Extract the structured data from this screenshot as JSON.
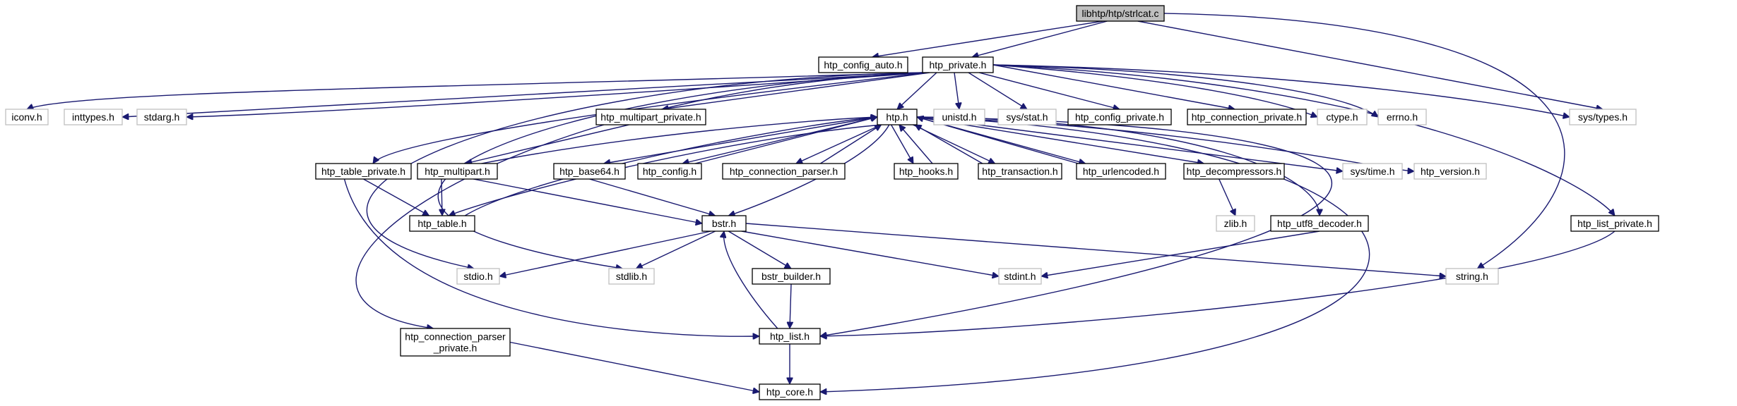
{
  "diagram": {
    "type": "include-dependency-graph",
    "colors": {
      "edge": "#191970",
      "root_fill": "#bfbfbf",
      "documented_border": "#000000",
      "external_border": "#bfbfbf",
      "external_text": "#000000",
      "background": "#ffffff"
    },
    "nodes": [
      {
        "id": "root",
        "lines": [
          "libhtp/htp/strlcat.c"
        ],
        "kind": "root"
      },
      {
        "id": "htp_config_auto",
        "lines": [
          "htp_config_auto.h"
        ],
        "kind": "doc"
      },
      {
        "id": "htp_private",
        "lines": [
          "htp_private.h"
        ],
        "kind": "doc"
      },
      {
        "id": "iconv",
        "lines": [
          "iconv.h"
        ],
        "kind": "ext"
      },
      {
        "id": "inttypes",
        "lines": [
          "inttypes.h"
        ],
        "kind": "ext"
      },
      {
        "id": "stdarg",
        "lines": [
          "stdarg.h"
        ],
        "kind": "ext"
      },
      {
        "id": "htp_multipart_private",
        "lines": [
          "htp_multipart_private.h"
        ],
        "kind": "doc"
      },
      {
        "id": "htp_h",
        "lines": [
          "htp.h"
        ],
        "kind": "doc"
      },
      {
        "id": "unistd",
        "lines": [
          "unistd.h"
        ],
        "kind": "ext"
      },
      {
        "id": "sys_stat",
        "lines": [
          "sys/stat.h"
        ],
        "kind": "ext"
      },
      {
        "id": "htp_config_private",
        "lines": [
          "htp_config_private.h"
        ],
        "kind": "doc"
      },
      {
        "id": "htp_connection_private",
        "lines": [
          "htp_connection_private.h"
        ],
        "kind": "doc"
      },
      {
        "id": "ctype",
        "lines": [
          "ctype.h"
        ],
        "kind": "ext"
      },
      {
        "id": "errno",
        "lines": [
          "errno.h"
        ],
        "kind": "ext"
      },
      {
        "id": "sys_types",
        "lines": [
          "sys/types.h"
        ],
        "kind": "ext"
      },
      {
        "id": "htp_table_private",
        "lines": [
          "htp_table_private.h"
        ],
        "kind": "doc"
      },
      {
        "id": "htp_multipart",
        "lines": [
          "htp_multipart.h"
        ],
        "kind": "doc"
      },
      {
        "id": "htp_base64",
        "lines": [
          "htp_base64.h"
        ],
        "kind": "doc"
      },
      {
        "id": "htp_config",
        "lines": [
          "htp_config.h"
        ],
        "kind": "doc"
      },
      {
        "id": "htp_connection_parser",
        "lines": [
          "htp_connection_parser.h"
        ],
        "kind": "doc"
      },
      {
        "id": "htp_hooks",
        "lines": [
          "htp_hooks.h"
        ],
        "kind": "doc"
      },
      {
        "id": "htp_transaction",
        "lines": [
          "htp_transaction.h"
        ],
        "kind": "doc"
      },
      {
        "id": "htp_urlencoded",
        "lines": [
          "htp_urlencoded.h"
        ],
        "kind": "doc"
      },
      {
        "id": "htp_decompressors",
        "lines": [
          "htp_decompressors.h"
        ],
        "kind": "doc"
      },
      {
        "id": "sys_time",
        "lines": [
          "sys/time.h"
        ],
        "kind": "ext"
      },
      {
        "id": "htp_version",
        "lines": [
          "htp_version.h"
        ],
        "kind": "ext"
      },
      {
        "id": "htp_table",
        "lines": [
          "htp_table.h"
        ],
        "kind": "doc"
      },
      {
        "id": "bstr",
        "lines": [
          "bstr.h"
        ],
        "kind": "doc"
      },
      {
        "id": "zlib",
        "lines": [
          "zlib.h"
        ],
        "kind": "ext"
      },
      {
        "id": "htp_utf8_decoder",
        "lines": [
          "htp_utf8_decoder.h"
        ],
        "kind": "doc"
      },
      {
        "id": "htp_list_private",
        "lines": [
          "htp_list_private.h"
        ],
        "kind": "doc"
      },
      {
        "id": "stdio",
        "lines": [
          "stdio.h"
        ],
        "kind": "ext"
      },
      {
        "id": "stdlib",
        "lines": [
          "stdlib.h"
        ],
        "kind": "ext"
      },
      {
        "id": "bstr_builder",
        "lines": [
          "bstr_builder.h"
        ],
        "kind": "doc"
      },
      {
        "id": "stdint",
        "lines": [
          "stdint.h"
        ],
        "kind": "ext"
      },
      {
        "id": "string",
        "lines": [
          "string.h"
        ],
        "kind": "ext"
      },
      {
        "id": "htp_connection_parser_private",
        "lines": [
          "htp_connection_parser",
          "_private.h"
        ],
        "kind": "doc"
      },
      {
        "id": "htp_list",
        "lines": [
          "htp_list.h"
        ],
        "kind": "doc"
      },
      {
        "id": "htp_core",
        "lines": [
          "htp_core.h"
        ],
        "kind": "doc"
      }
    ]
  }
}
